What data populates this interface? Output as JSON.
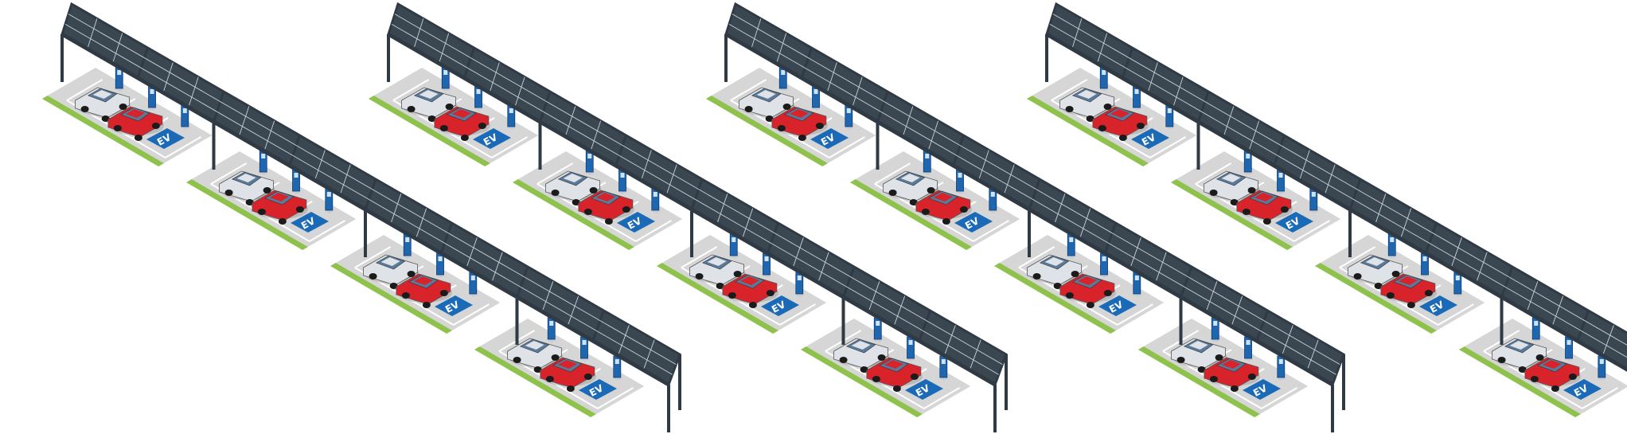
{
  "scene": {
    "description_label": "",
    "ev_label": "EV",
    "canopy_count": 4,
    "modules_per_canopy": 4,
    "colors": {
      "background": "#ffffff",
      "pavement": "#d6d6d6",
      "pavement_dark": "#bdbdbd",
      "lines": "#ffffff",
      "grass": "#8fc24d",
      "frame": "#2f3a44",
      "panel": "#3a4650",
      "panel_grid": "#c8d3dc",
      "car_red": "#d8232a",
      "car_silver": "#dfe3e8",
      "car_glass": "#5a7a9c",
      "charger": "#1f66b0",
      "charger_base": "#c9cdd2",
      "ev_sign": "#1a6ab7"
    },
    "cars_per_module": {
      "silver": 1,
      "red": 1
    }
  }
}
